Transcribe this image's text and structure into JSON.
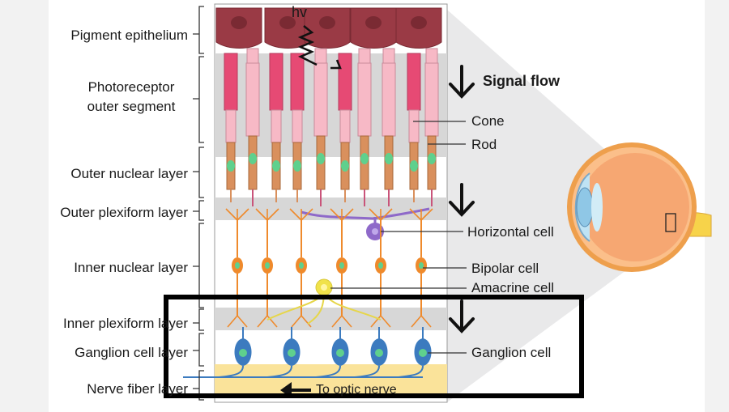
{
  "diagram": {
    "layer_labels": {
      "pigment_epithelium": "Pigment epithelium",
      "photoreceptor_outer_segment_line1": "Photoreceptor",
      "photoreceptor_outer_segment_line2": "outer segment",
      "outer_nuclear_layer": "Outer nuclear layer",
      "outer_plexiform_layer": "Outer plexiform layer",
      "inner_nuclear_layer": "Inner nuclear layer",
      "inner_plexiform_layer": "Inner plexiform layer",
      "ganglion_cell_layer": "Ganglion cell layer",
      "nerve_fiber_layer": "Nerve fiber layer"
    },
    "cell_labels": {
      "cone": "Cone",
      "rod": "Rod",
      "horizontal_cell": "Horizontal cell",
      "bipolar_cell": "Bipolar cell",
      "amacrine_cell": "Amacrine cell",
      "ganglion_cell": "Ganglion cell"
    },
    "signal_flow": "Signal flow",
    "light_symbol": "hv",
    "optic_nerve": "To optic nerve"
  },
  "colors": {
    "pigment": "#9a3a45",
    "outer_segment_cone": "#e64a74",
    "outer_segment_rod": "#f7b9c6",
    "photoreceptor_body": "#d9905d",
    "nucleus": "#5fd08d",
    "neuron": "#ef8a2c",
    "horizontal": "#8e69c9",
    "amacrine": "#f0e24a",
    "ganglion": "#3c7bbf",
    "nerve_fiber_band": "#fae39a",
    "highlight_box": "#000000"
  }
}
